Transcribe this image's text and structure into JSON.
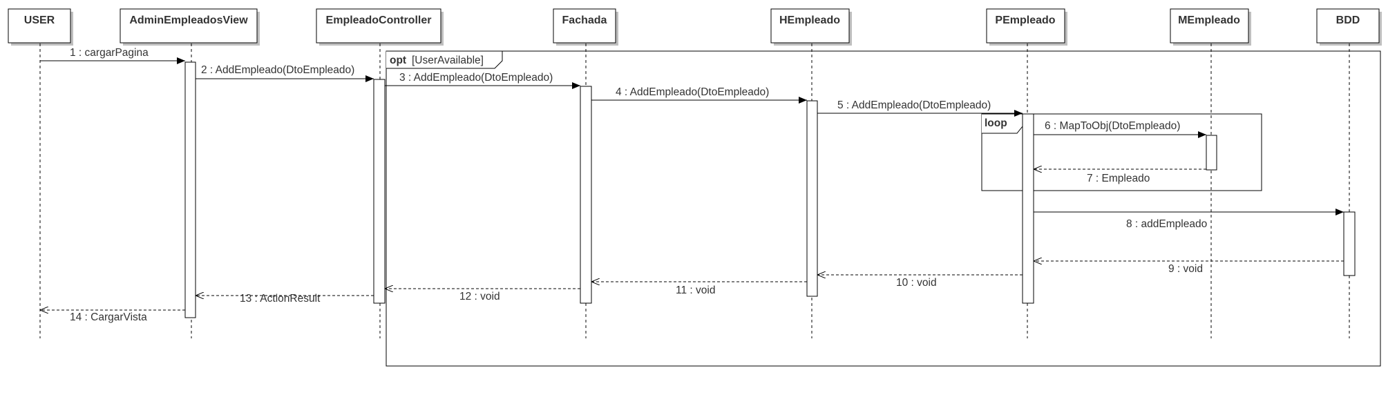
{
  "participants": [
    "USER",
    "AdminEmpleadosView",
    "EmpleadoController",
    "Fachada",
    "HEmpleado",
    "PEmpleado",
    "MEmpleado",
    "BDD"
  ],
  "fragments": {
    "opt": {
      "keyword": "opt",
      "guard": "[UserAvailable]"
    },
    "loop": {
      "keyword": "loop"
    }
  },
  "messages": [
    {
      "label": "1 : cargarPagina",
      "from": "USER",
      "to": "AdminEmpleadosView",
      "kind": "call"
    },
    {
      "label": "2 : AddEmpleado(DtoEmpleado)",
      "from": "AdminEmpleadosView",
      "to": "EmpleadoController",
      "kind": "call"
    },
    {
      "label": "3 : AddEmpleado(DtoEmpleado)",
      "from": "EmpleadoController",
      "to": "Fachada",
      "kind": "call"
    },
    {
      "label": "4 : AddEmpleado(DtoEmpleado)",
      "from": "Fachada",
      "to": "HEmpleado",
      "kind": "call"
    },
    {
      "label": "5 : AddEmpleado(DtoEmpleado)",
      "from": "HEmpleado",
      "to": "PEmpleado",
      "kind": "call"
    },
    {
      "label": "6 : MapToObj(DtoEmpleado)",
      "from": "PEmpleado",
      "to": "MEmpleado",
      "kind": "call"
    },
    {
      "label": "7 : Empleado",
      "from": "MEmpleado",
      "to": "PEmpleado",
      "kind": "return"
    },
    {
      "label": "8 : addEmpleado",
      "from": "PEmpleado",
      "to": "BDD",
      "kind": "call"
    },
    {
      "label": "9 : void",
      "from": "BDD",
      "to": "PEmpleado",
      "kind": "return"
    },
    {
      "label": "10 : void",
      "from": "PEmpleado",
      "to": "HEmpleado",
      "kind": "return"
    },
    {
      "label": "11 : void",
      "from": "HEmpleado",
      "to": "Fachada",
      "kind": "return"
    },
    {
      "label": "12 : void",
      "from": "Fachada",
      "to": "EmpleadoController",
      "kind": "return"
    },
    {
      "label": "13 : ActionResult",
      "from": "EmpleadoController",
      "to": "AdminEmpleadosView",
      "kind": "return"
    },
    {
      "label": "14 : CargarVista",
      "from": "AdminEmpleadosView",
      "to": "USER",
      "kind": "return"
    }
  ],
  "colors": {
    "line": "#000000",
    "text": "#333333",
    "background": "#ffffff"
  }
}
